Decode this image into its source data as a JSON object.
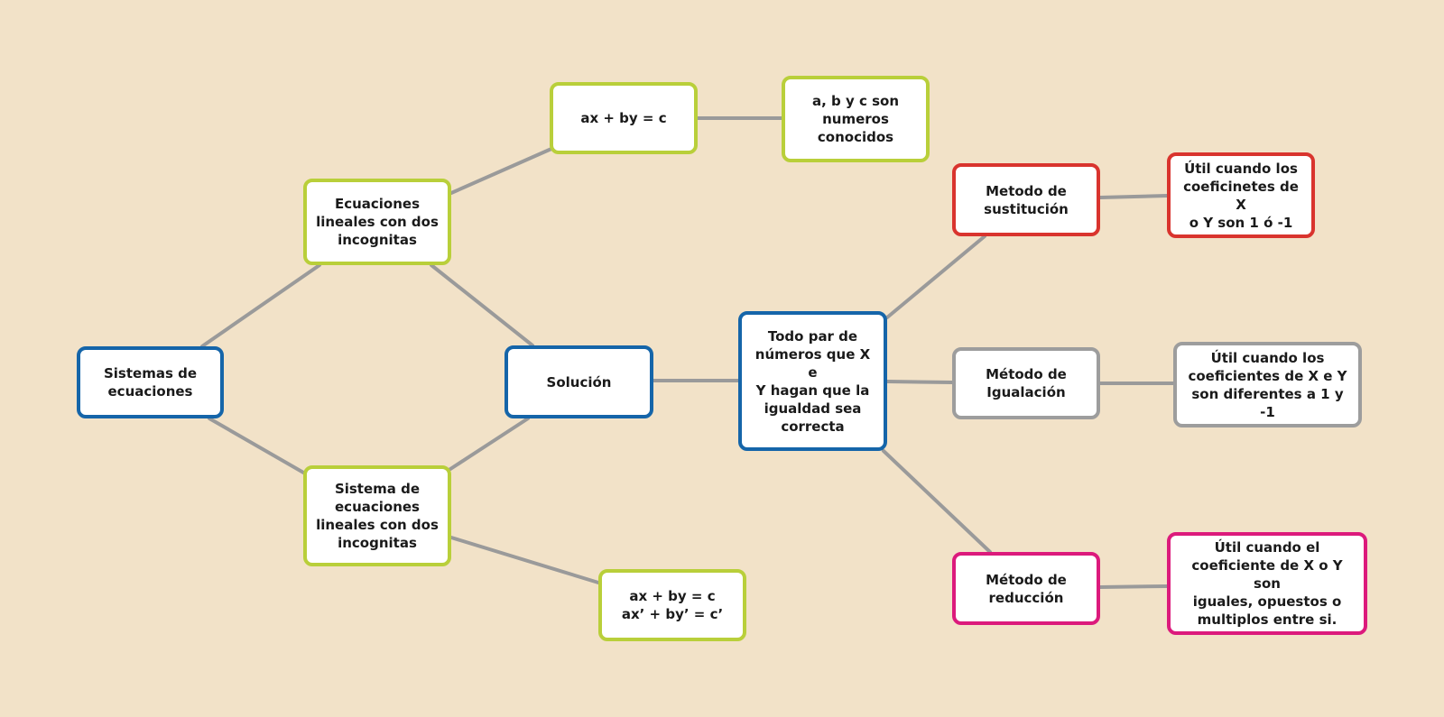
{
  "diagram": {
    "nodes": {
      "sistemas": "Sistemas de\necuaciones",
      "ecuaciones_lineales": "Ecuaciones\nlineales con dos\nincognitas",
      "forma_general": "ax + by = c",
      "coeficientes_conocidos": "a, b y c son\nnumeros\nconocidos",
      "solucion": "Solución",
      "sistema_ecuaciones_lineales": "Sistema de\necuaciones\nlineales con dos\nincognitas",
      "sistema_forma": "ax + by = c\nax’ + by’ = c’",
      "todo_par": "Todo par de\nnúmeros que X e\nY hagan que la\nigualdad sea\ncorrecta",
      "metodo_sustitucion": "Metodo de\nsustitución",
      "util_sustitucion": "Útil cuando los\ncoeficinetes de X\no Y son 1 ó -1",
      "metodo_igualacion": "Método de\nIgualación",
      "util_igualacion": "Útil cuando los\ncoeficientes de X e Y\nson diferentes a 1 y -1",
      "metodo_reduccion": "Método de\nreducción",
      "util_reduccion": "Útil cuando el\ncoeficiente de X o Y son\niguales, opuestos o\nmultiplos entre si."
    }
  },
  "colors": {
    "background": "#f2e2c8",
    "blue": "#1565a9",
    "lime": "#b9cf3a",
    "red": "#d9342e",
    "gray": "#9d9d9d",
    "magenta": "#dc1a7c",
    "connector": "#9a9a9a"
  }
}
